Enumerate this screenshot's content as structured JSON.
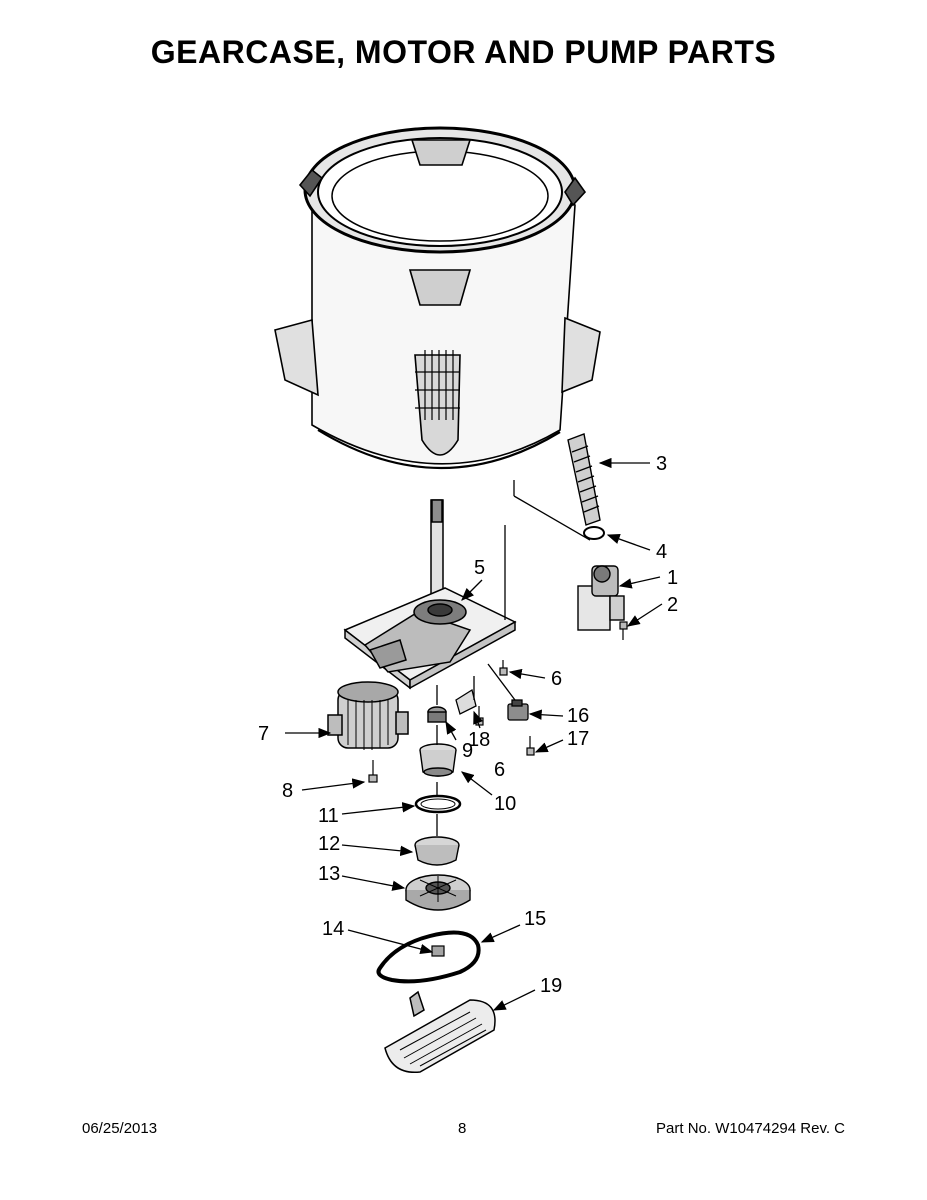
{
  "page_title": "GEARCASE, MOTOR AND PUMP PARTS",
  "callouts": [
    "1",
    "2",
    "3",
    "4",
    "5",
    "6",
    "6",
    "7",
    "8",
    "9",
    "10",
    "11",
    "12",
    "13",
    "14",
    "15",
    "16",
    "17",
    "18",
    "19"
  ],
  "footer": {
    "date": "06/25/2013",
    "page_number": "8",
    "part_number": "Part No.  W10474294  Rev.  C"
  }
}
